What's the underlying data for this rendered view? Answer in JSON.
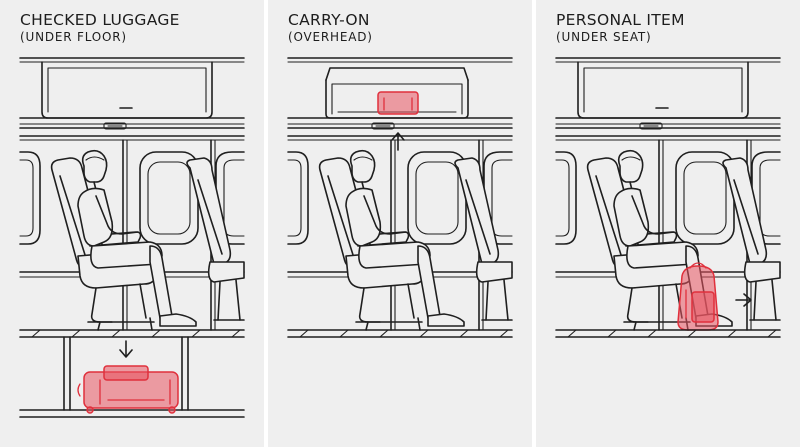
{
  "panels": [
    {
      "title": "CHECKED LUGGAGE",
      "subtitle": "(UNDER FLOOR)",
      "item": "suitcase",
      "arrow": "down"
    },
    {
      "title": "CARRY-ON",
      "subtitle": "(OVERHEAD)",
      "item": "carry-on-bag",
      "arrow": "up"
    },
    {
      "title": "PERSONAL ITEM",
      "subtitle": "(UNDER SEAT)",
      "item": "backpack",
      "arrow": "right"
    }
  ],
  "colors": {
    "background": "#efefef",
    "line": "#1f1f1f",
    "highlight": "#e0303c"
  }
}
